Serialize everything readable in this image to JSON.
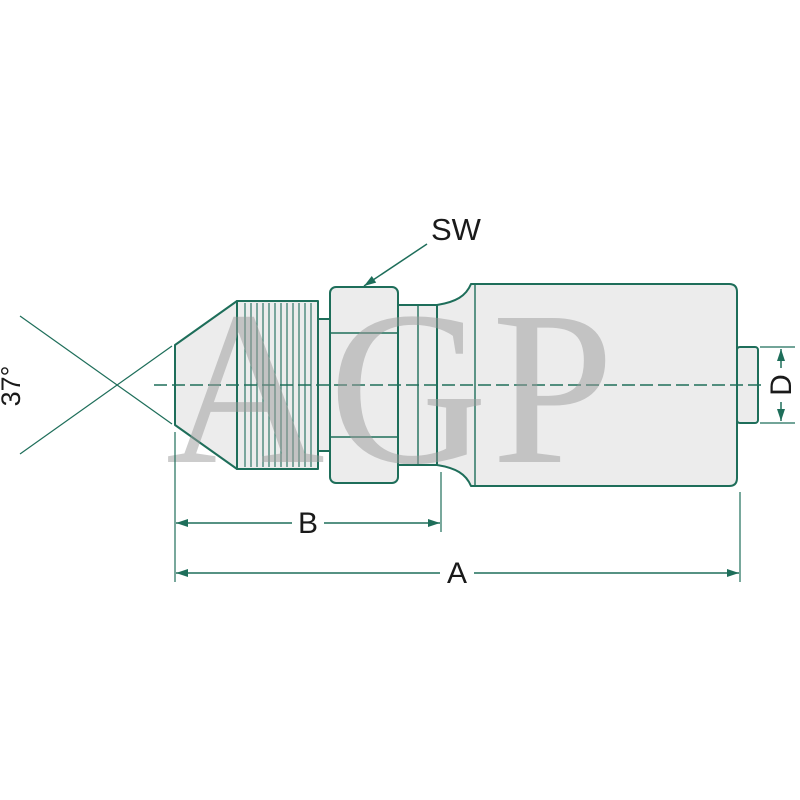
{
  "drawing": {
    "watermark": "AGP",
    "labels": {
      "wrench": "SW",
      "angle": "37°",
      "length_b": "B",
      "length_a": "A",
      "diameter_d": "D"
    },
    "colors": {
      "line": "#1e6e5a",
      "fill": "#ececec",
      "label": "#1a1a1a",
      "watermark": "#9b9b9b",
      "background": "#ffffff"
    }
  }
}
